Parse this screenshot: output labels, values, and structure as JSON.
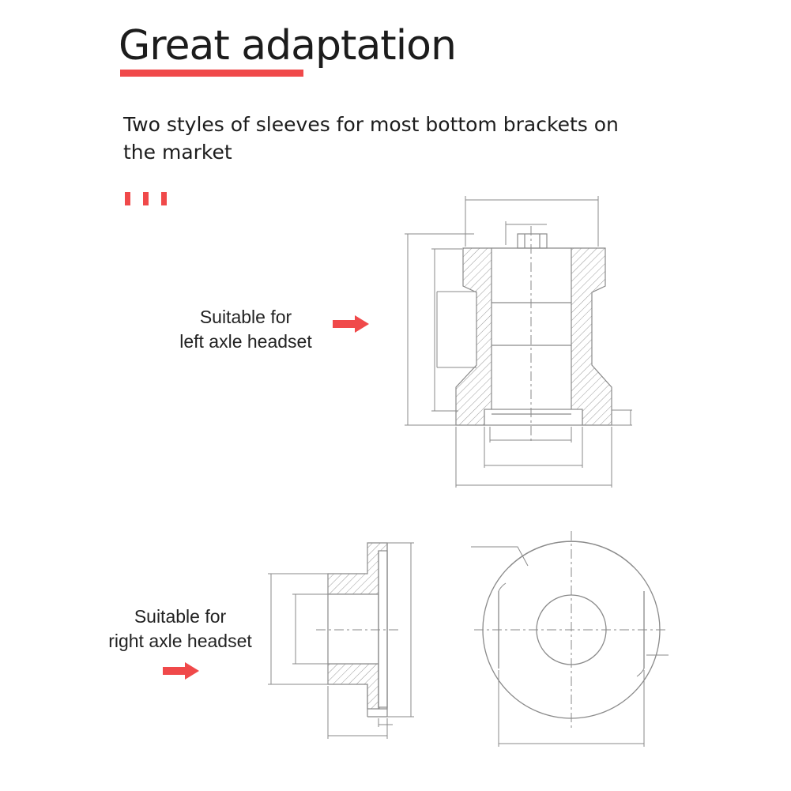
{
  "header": {
    "title": "Great adaptation",
    "subtitle": "Two styles of sleeves for most bottom brackets on the market"
  },
  "captions": {
    "left_line1": "Suitable for",
    "left_line2": "left axle headset",
    "right_line1": "Suitable for",
    "right_line2": "right axle headset"
  },
  "colors": {
    "accent": "#f0494a",
    "text": "#1c1c1c",
    "line": "#8a8a8a"
  },
  "icons": {
    "arrow": "right-arrow-icon"
  }
}
